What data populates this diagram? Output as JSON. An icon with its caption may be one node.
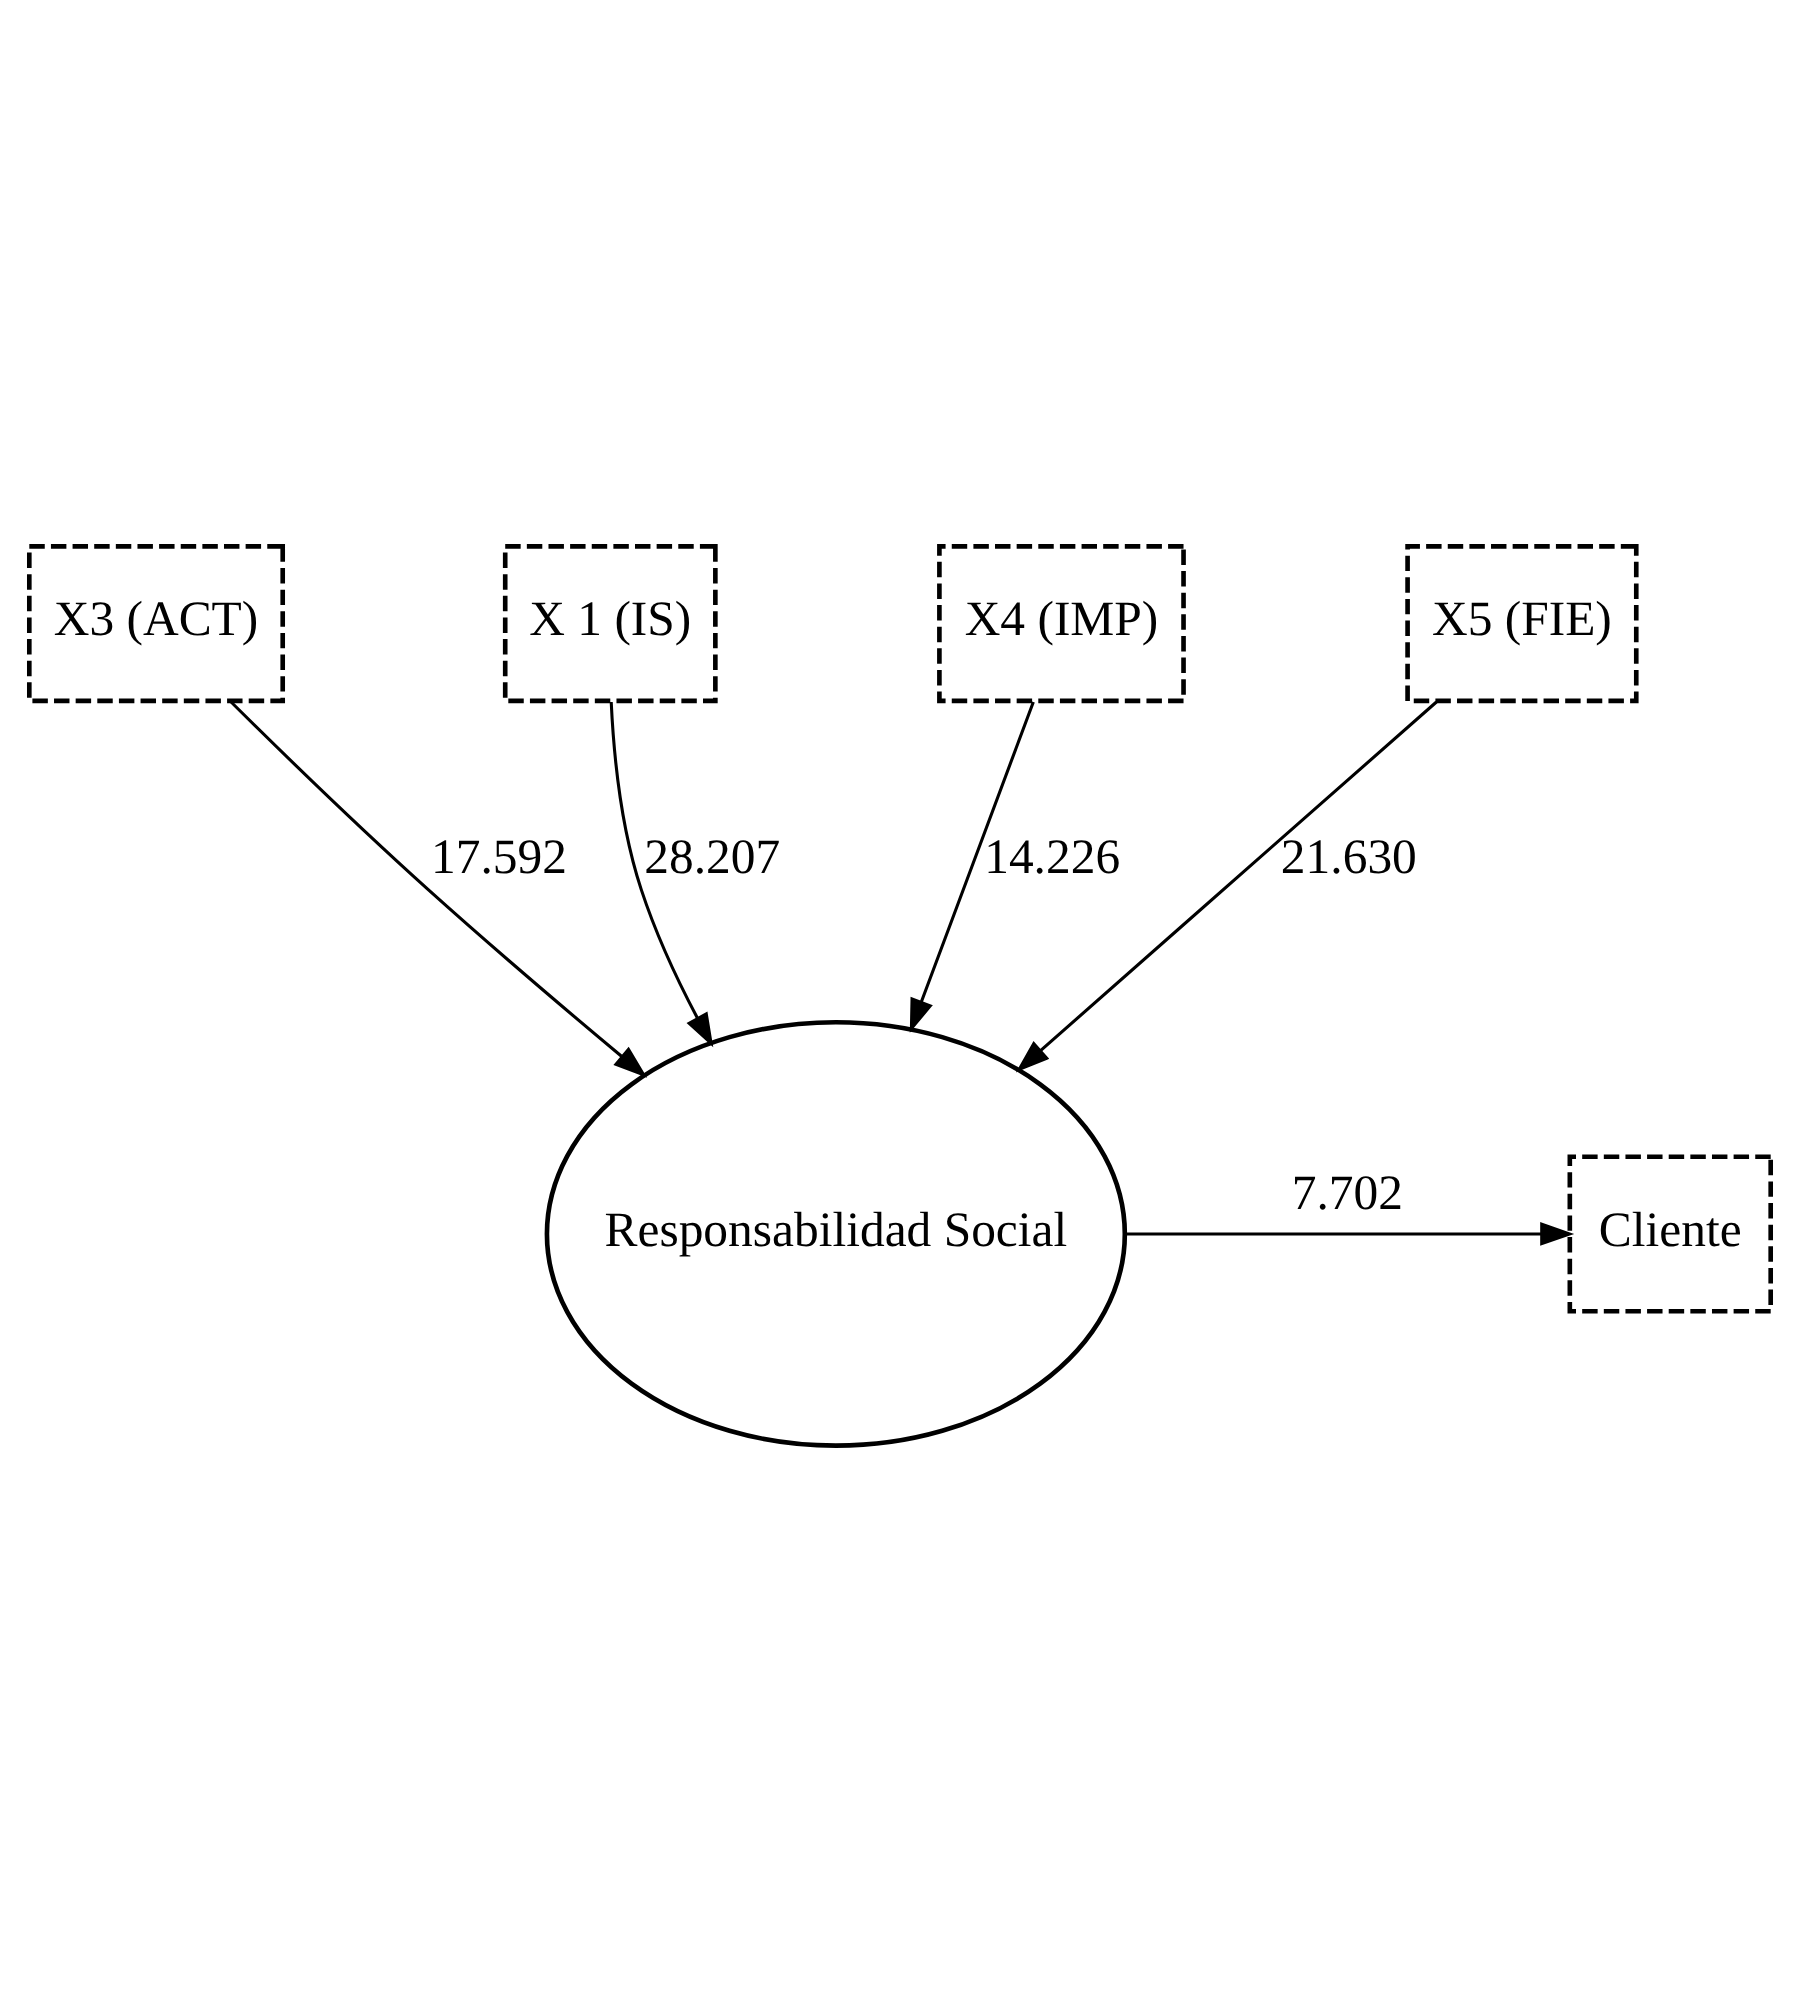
{
  "diagram": {
    "nodes": [
      {
        "text": [
          "X3 (ACT)"
        ]
      },
      {
        "text": [
          "X 1 (IS)"
        ]
      },
      {
        "text": [
          "Responsabilidad Social"
        ]
      },
      {
        "text": [
          "Cliente"
        ]
      },
      {
        "text": [
          "X4 (IMP)"
        ]
      },
      {
        "text": [
          "X5 (FIE)"
        ]
      }
    ],
    "edges": [
      {
        "from": 0,
        "to": 2,
        "arrow": "to",
        "label": "17.592"
      },
      {
        "from": 1,
        "to": 2,
        "arrow": "to",
        "label": "28.207"
      },
      {
        "from": 2,
        "to": 3,
        "arrow": "to",
        "label": "7.702"
      },
      {
        "from": 4,
        "to": 2,
        "arrow": "to",
        "label": "14.226"
      },
      {
        "from": 5,
        "to": 2,
        "arrow": "to",
        "label": "21.630"
      }
    ]
  }
}
